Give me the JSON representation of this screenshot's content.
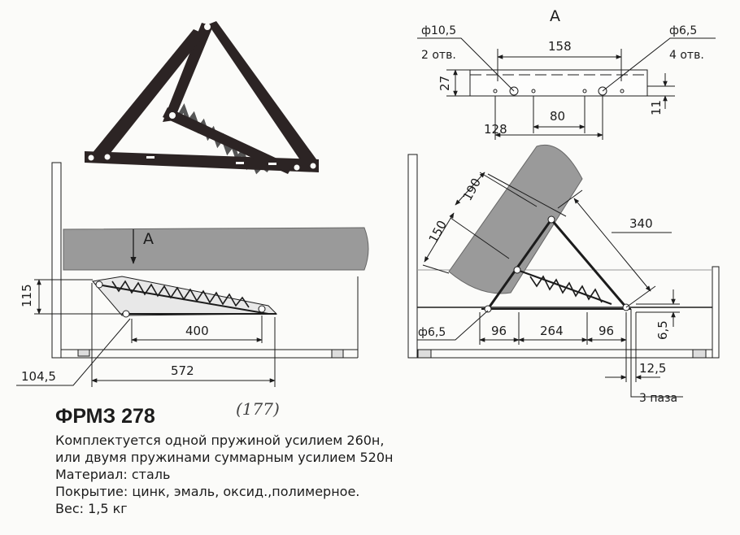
{
  "product": {
    "title": "ФРМЗ 278",
    "handwritten_note": "(177)",
    "lines": [
      "Комплектуется одной пружиной усилием 260н,",
      "или двумя пружинами суммарным усилием 520н",
      "Материал: сталь",
      "Покрытие: цинк, эмаль, оксид.,полимерное.",
      "Вес: 1,5 кг"
    ]
  },
  "view_a": {
    "title": "A",
    "hole_large": {
      "dia": "ф10,5",
      "count": "2 отв."
    },
    "hole_small": {
      "dia": "ф6,5",
      "count": "4 отв."
    },
    "dims": {
      "top_span": "158",
      "height": "27",
      "inner_span": "80",
      "left_offset": "128",
      "edge_offset": "11"
    }
  },
  "side_closed": {
    "arrow_label": "A",
    "dims": {
      "height": "115",
      "base": "400",
      "overall": "572",
      "offset": "104,5"
    }
  },
  "side_open": {
    "dims": {
      "seat_a": "190",
      "seat_b": "150",
      "arm": "340",
      "hole": "ф6,5",
      "left": "96",
      "middle": "264",
      "right": "96",
      "slot_h": "6,5",
      "slot_w": "12,5",
      "slots": "3 паза"
    }
  }
}
